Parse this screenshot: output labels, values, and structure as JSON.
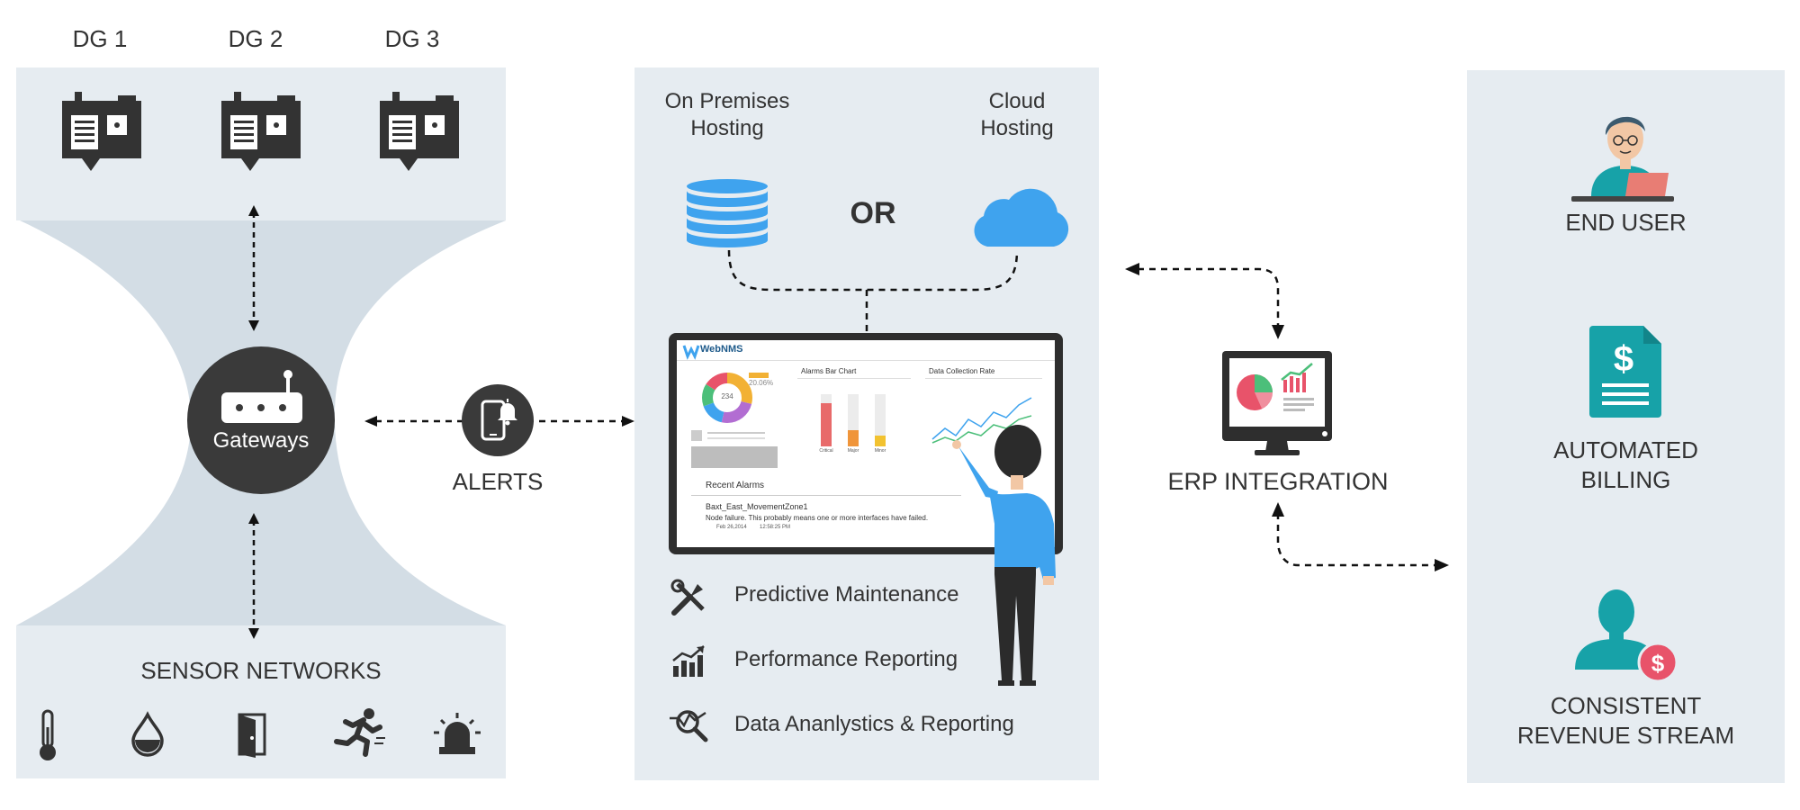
{
  "colors": {
    "panel": "#e6ecf1",
    "dark": "#333333",
    "blue": "#3fa3ee",
    "teal": "#17a2a8",
    "accent_red": "#e8536a"
  },
  "generators": [
    "DG 1",
    "DG 2",
    "DG 3"
  ],
  "gateway": {
    "label": "Gateways"
  },
  "sensor_networks": {
    "title": "SENSOR NETWORKS",
    "icons": [
      "thermometer-icon",
      "water-drop-icon",
      "door-icon",
      "running-person-icon",
      "alarm-siren-icon"
    ]
  },
  "alerts": {
    "label": "ALERTS"
  },
  "hosting": {
    "on_premises": "On Premises Hosting",
    "cloud": "Cloud Hosting",
    "or": "OR"
  },
  "dashboard": {
    "brand": "WebNMS",
    "donut_value": "234",
    "donut_percent": "20.06%",
    "bar_chart_title": "Alarms Bar Chart",
    "line_chart_title": "Data Collection Rate",
    "bar_categories": [
      "Critical",
      "Major",
      "Minor"
    ],
    "recent_alarms_title": "Recent Alarms",
    "alarm_name": "Baxt_East_MovementZone1",
    "alarm_message": "Node failure. This probably means one or more interfaces have failed.",
    "alarm_date": "Feb 26,2014",
    "alarm_time": "12:58:25 PM"
  },
  "features": [
    {
      "icon": "tools-icon",
      "label": "Predictive Maintenance"
    },
    {
      "icon": "growth-chart-icon",
      "label": "Performance Reporting"
    },
    {
      "icon": "analytics-magnifier-icon",
      "label": "Data Ananlystics & Reporting"
    }
  ],
  "erp": {
    "label": "ERP INTEGRATION"
  },
  "outcomes": [
    {
      "icon": "end-user-icon",
      "label": "END USER"
    },
    {
      "icon": "billing-document-icon",
      "label_lines": [
        "AUTOMATED",
        "BILLING"
      ]
    },
    {
      "icon": "revenue-user-icon",
      "label_lines": [
        "CONSISTENT",
        "REVENUE STREAM"
      ]
    }
  ]
}
